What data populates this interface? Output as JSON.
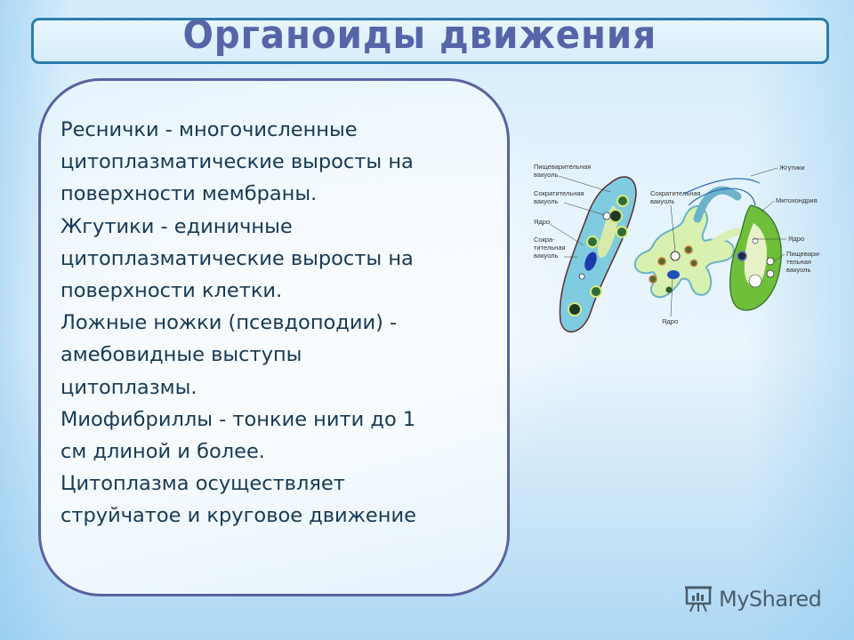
{
  "slide": {
    "title": "Органоиды движения",
    "body_lines": [
      "Реснички - многочисленные",
      "цитоплазматические выросты на",
      "поверхности мембраны.",
      "Жгутики - единичные",
      "цитоплазматические выросты на",
      "поверхности клетки.",
      "Ложные ножки (псевдоподии) -",
      "амебовидные выступы",
      "цитоплазмы.",
      "Миофибриллы - тонкие нити до 1",
      "см длиной и более.",
      "Цитоплазма осуществляет",
      "струйчатое и круговое движение"
    ]
  },
  "diagram": {
    "paramecium_labels": {
      "digestive_vacuole_1": "Пищеварительная",
      "digestive_vacuole_2": "вакуоль",
      "contractile_vacuole_1": "Сократительная",
      "contractile_vacuole_2": "вакуоль",
      "nucleus": "Ядро",
      "contractile2_1": "Сокра-",
      "contractile2_2": "тительная",
      "contractile2_3": "вакуоль"
    },
    "amoeba_labels": {
      "contractile_vacuole_1": "Сократительная",
      "contractile_vacuole_2": "вакуоль",
      "nucleus": "Ядро"
    },
    "euglena_labels": {
      "flagella": "Жгутики",
      "mitochondria": "Митохондрия",
      "nucleus": "Ядро",
      "digestive_1": "Пищевари-",
      "digestive_2": "тельная",
      "digestive_3": "вакуоль"
    }
  },
  "watermark": {
    "text": "MyShared",
    "icon": "presentation-board-icon"
  },
  "colors": {
    "title_text": "#5565a8",
    "title_border": "#2b7cac",
    "box_border": "#5a62a0",
    "body_text": "#173a55"
  }
}
